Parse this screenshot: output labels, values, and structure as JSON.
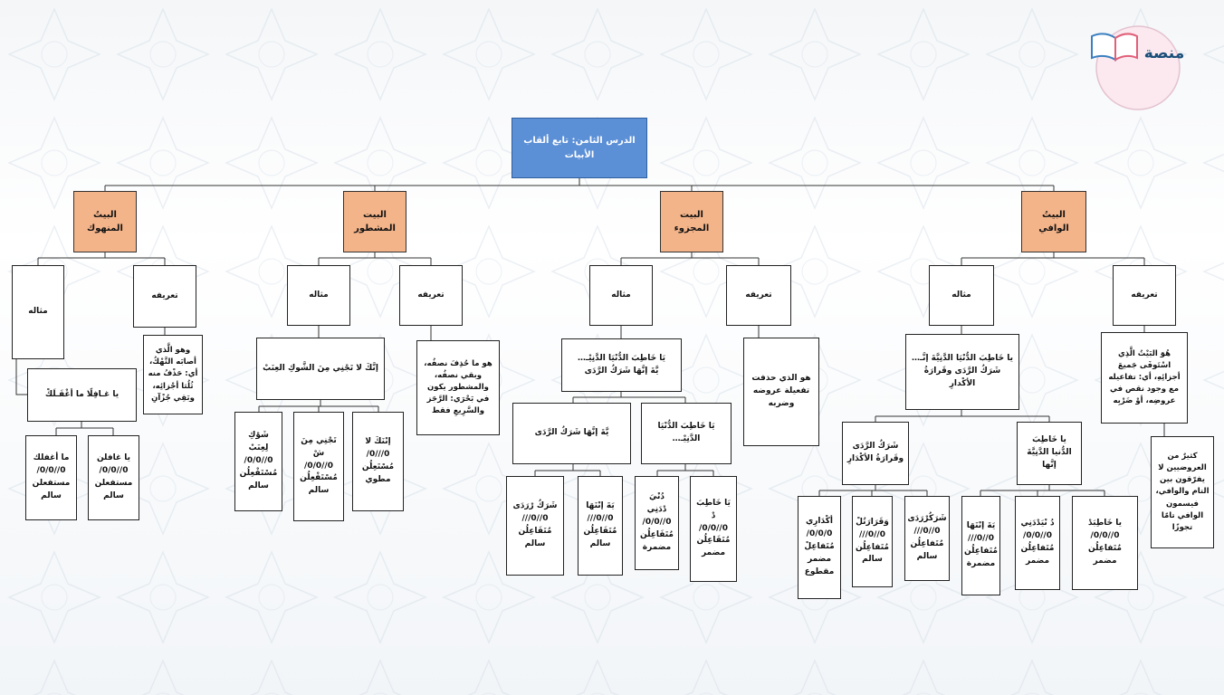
{
  "title": "الدرس الثامن: تابع ألقاب الأبيات",
  "logo": {
    "text": "منصة",
    "icon": "open-book-icon"
  },
  "categories": {
    "wafi": "البيتُ الوافي",
    "majzu": "البيت المجزوء",
    "mashtur": "البيت المشطور",
    "manhuk": "البيتُ المنهوك"
  },
  "labels": {
    "definition": "تعريفه",
    "example": "مثاله"
  },
  "wafi": {
    "def": "هُوَ البَيْتُ الَّذِي اسْتَوفَى جَميعَ أجزائِهِ، أي: تفاعيله مع وجود نقص في عروضِه، أوْ ضَرْبِه",
    "note": "كثيرٌ من العروضيين لا يفرّقون بين التام والوافي، فيسمون الوافي تامًا تجوزًا",
    "example": "يا خَاطِبَ الدُّنْيَا الدَّنِيَّةَ إنَّـ…\nشَرَكُ الرَّدَى وقَرارَةُ الأكْدارِ",
    "sub1": "يا خَاطِبَ الدُّنيا الدَّنِيَّةَ إنَّها",
    "sub2": "شَرَكُ الرَّدَى وقَرارَةُ الأكْدَارِ",
    "cells": [
      "يا خَاطِبَدْ\n0//0/0/\nمُتَفاعِلُن\nمضمر",
      "دُ نْيَدْدَنِي\n0//0/0/\nمُتَفاعِلُن\nمضمر",
      "يَةَ إنْنَهَا\n0//0///\nمُتَفاعِلُن\nمضمرة",
      "شَرَكُرْرَدَى\n0//0///\nمُتَفاعِلُن\nسالم",
      "وَقَرَارَتُلْ\n0//0///\nمُتَفاعِلُن\nسالم",
      "أكْدَارِي\n0/0/0/\nمُتَفاعِلْ\nمضمر\nمقطوع"
    ]
  },
  "majzu": {
    "def": "هو الذي حذفت تفعيلة عروضه وضربه",
    "example": "يَا خَاطِبَ الدُّنْيَا الدَّنِيْـ…\nيَّةَ إنَّهَا شَرَكُ الرَّدَى",
    "sub1": "يَا خَاطِبَ الدُّنْيَا الدَّنِيْـ…",
    "sub2": "يَّةَ إنَّهَا شَرَكُ الرَّدَى",
    "cells": [
      "يَا خَاطِبَ دْ\n0//0/0/\nمُتَفَاعِلُن\nمضمر",
      "دُنْيَ دْدَنِي\n0//0/0/\nمُتَفَاعِلُن\nمضمرة",
      "يَةَ إنْنَهَا\n0//0///\nمُتَفَاعِلُن\nسالم",
      "شَرَكُ رْرَدَى\n0//0///\nمُتَفَاعِلُن\nسالم"
    ]
  },
  "mashtur": {
    "def": "هو ما حُذِفَ نصفُه، وبقي نصفُه، والمشطور يكون في بَحْرَي: الرَّجَز والسَّرِيعِ فقط",
    "example": "إنَّكَ لا تَجْنِي مِنَ الشَّوكِ العِنَبْ",
    "cells": [
      "إنْنَكَ لا\n0///0/\nمُسْتَعِلُن\nمطوي",
      "تَجْنِي مِنَ شْ\n0//0/0/\nمُسْتَفْعِلُن\nسالم",
      "شَوْكِ لِعِنَبْ\n0//0/0/\nمُسْتَفْعِلُن\nسالم"
    ]
  },
  "manhuk": {
    "def": "وهو الَّذي أصابَه النَّهْكُ، أي: حَذْفُ منه ثُلُثا أجْزائِه، وبَقِي جُزْآنِ",
    "example": "يا غـافِلًا ما أغْفَـلَكْ",
    "cells": [
      "يا غافلن\n0//0/0/\nمستفعلن\nسالم",
      "ما أغفلك\n0//0/0/\nمستفعلن\nسالم"
    ]
  }
}
